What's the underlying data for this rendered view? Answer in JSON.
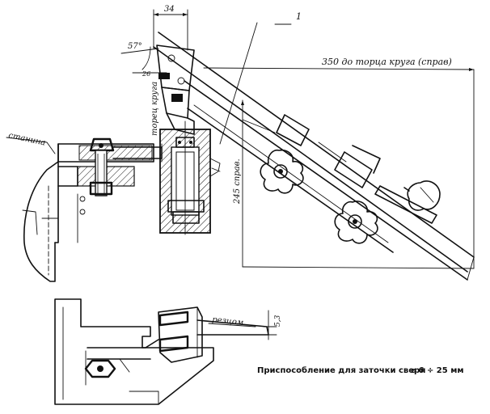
{
  "drawing": {
    "caption": "Приспособление для заточки сверл",
    "caption_range": "⌀ 6 ÷ 25 мм",
    "callouts": {
      "part_number": "1",
      "machine_bed": "станина",
      "wheel_face": "торец круга",
      "wheel_end_right": "350 до торца круга (справ)",
      "height_right": "245 справ.",
      "width_top": "34",
      "angle": "57°",
      "offset_small": "26",
      "cutter": "резцом",
      "gap_small": "5,3"
    }
  }
}
